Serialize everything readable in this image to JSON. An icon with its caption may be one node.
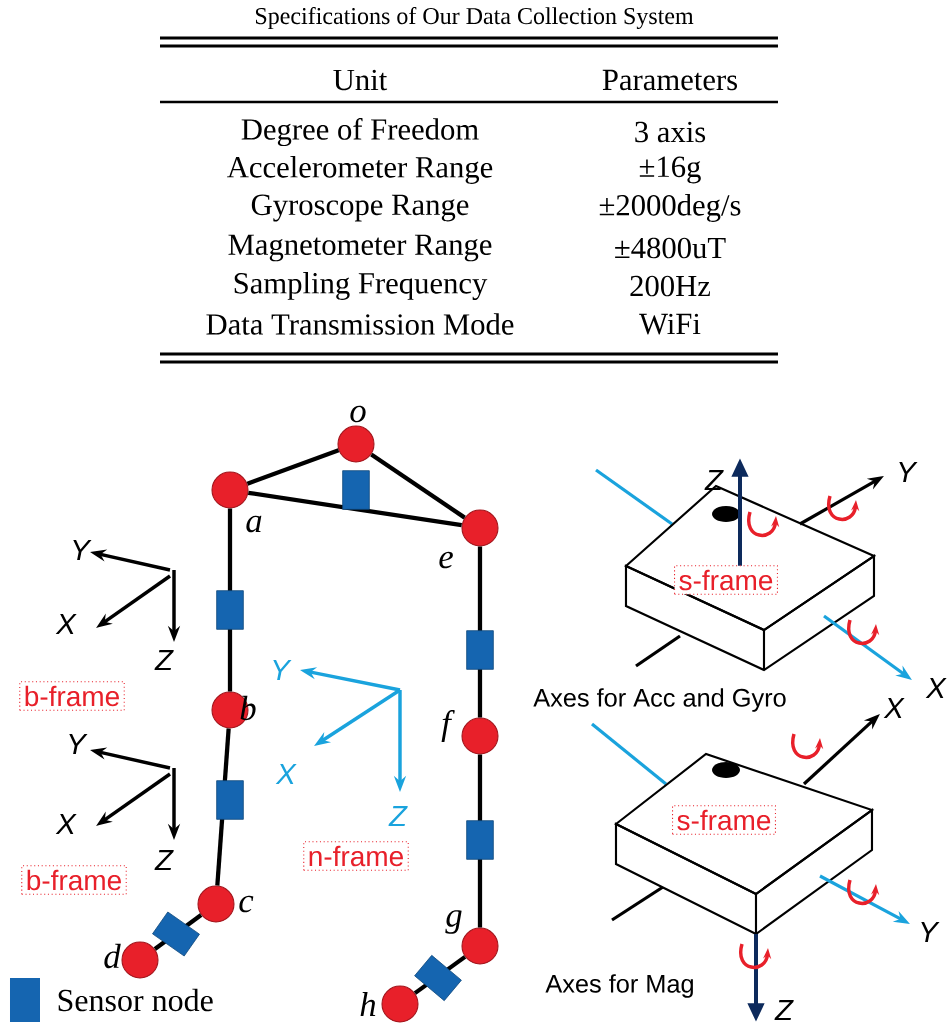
{
  "diagram": {
    "title": "Specifications of Our Data Collection System",
    "nodes": [
      {
        "text": [],
        "shape": "circle",
        "beside": [
          "o"
        ]
      },
      {
        "text": [],
        "shape": "circle",
        "beside": [
          "a"
        ]
      },
      {
        "text": [],
        "shape": "circle",
        "beside": [
          "e"
        ]
      },
      {
        "text": [
          "b-frame"
        ]
      },
      {
        "text": [],
        "shape": "circle",
        "beside": [
          "b"
        ]
      },
      {
        "text": [
          "n-frame"
        ]
      },
      {
        "text": [],
        "shape": "circle",
        "beside": [
          "f"
        ]
      },
      {
        "text": [
          "b-frame"
        ]
      },
      {
        "text": [],
        "shape": "circle",
        "beside": [
          "c"
        ]
      },
      {
        "text": [],
        "shape": "circle",
        "beside": [
          "g"
        ]
      },
      {
        "text": [],
        "shape": "circle",
        "beside": [
          "d"
        ]
      },
      {
        "text": [],
        "shape": "circle",
        "beside": [
          "h"
        ]
      },
      {
        "text": [
          "s-frame"
        ]
      },
      {
        "text": [
          "s-frame"
        ]
      }
    ],
    "edges": [
      {
        "from": 0,
        "to": 1,
        "arrow": "none"
      },
      {
        "from": 0,
        "to": 2,
        "arrow": "none"
      },
      {
        "from": 1,
        "to": 2,
        "arrow": "none"
      },
      {
        "from": 1,
        "to": 4,
        "arrow": "none"
      },
      {
        "from": 4,
        "to": 8,
        "arrow": "none"
      },
      {
        "from": 8,
        "to": 10,
        "arrow": "none"
      },
      {
        "from": 2,
        "to": 6,
        "arrow": "none"
      },
      {
        "from": 6,
        "to": 9,
        "arrow": "none"
      },
      {
        "from": 9,
        "to": 11,
        "arrow": "none"
      }
    ],
    "labels": [
      "Unit",
      "Parameters",
      "Degree of Freedom",
      "3 axis",
      "Accelerometer Range",
      "±16g",
      "Gyroscope Range",
      "±2000deg/s",
      "Magnetometer Range",
      "±4800uT",
      "Sampling Frequency",
      "200Hz",
      "Data Transmission Mode",
      "WiFi",
      "Z",
      "Y",
      "Y",
      "X",
      "Z",
      "Y",
      "X",
      "Axes for Acc and Gyro",
      "X",
      "Y",
      "X",
      "Z",
      "X",
      "Z",
      "Y",
      "Axes for Mag",
      "Z"
    ],
    "legend": [
      {
        "text": "Sensor node",
        "color": "#1565b0"
      }
    ]
  }
}
